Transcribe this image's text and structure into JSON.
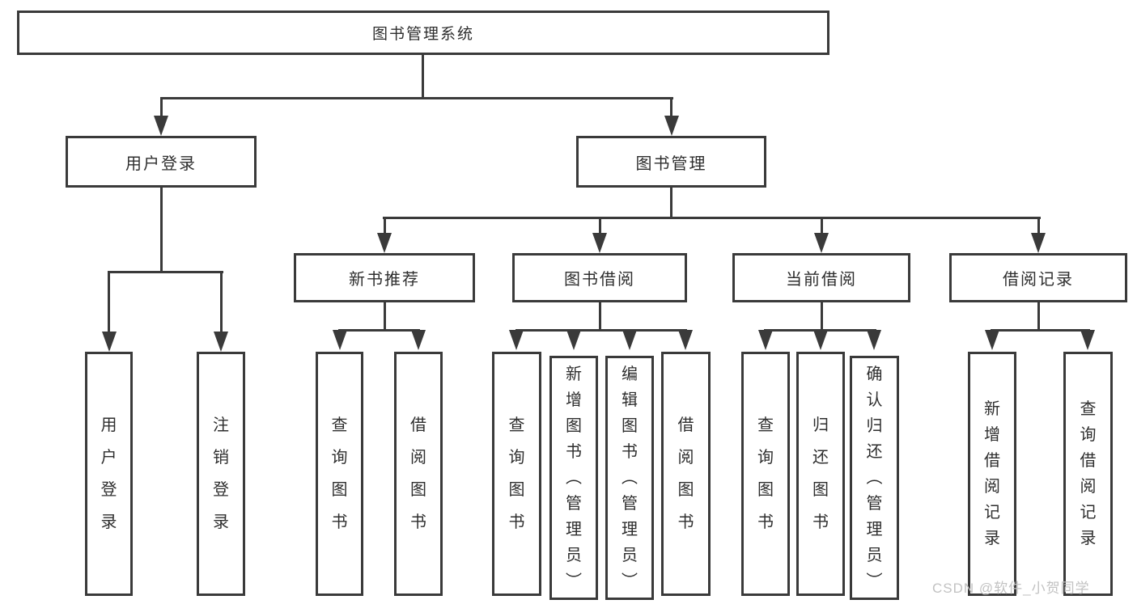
{
  "colors": {
    "line": "#3a3a3a",
    "text": "#2e2e2e",
    "watermark": "#c2c2c2",
    "background": "#ffffff"
  },
  "watermark": "CSDN @软件_小贺同学",
  "tree": {
    "root": "图书管理系统",
    "branches": [
      {
        "label": "用户登录",
        "children": [
          "用户登录",
          "注销登录"
        ]
      },
      {
        "label": "图书管理",
        "groups": [
          {
            "label": "新书推荐",
            "children": [
              "查询图书",
              "借阅图书"
            ]
          },
          {
            "label": "图书借阅",
            "children": [
              "查询图书",
              "新增图书（管理员）",
              "编辑图书（管理员）",
              "借阅图书"
            ]
          },
          {
            "label": "当前借阅",
            "children": [
              "查询图书",
              "归还图书",
              "确认归还（管理员）"
            ]
          },
          {
            "label": "借阅记录",
            "children": [
              "新增借阅记录",
              "查询借阅记录"
            ]
          }
        ]
      }
    ]
  }
}
